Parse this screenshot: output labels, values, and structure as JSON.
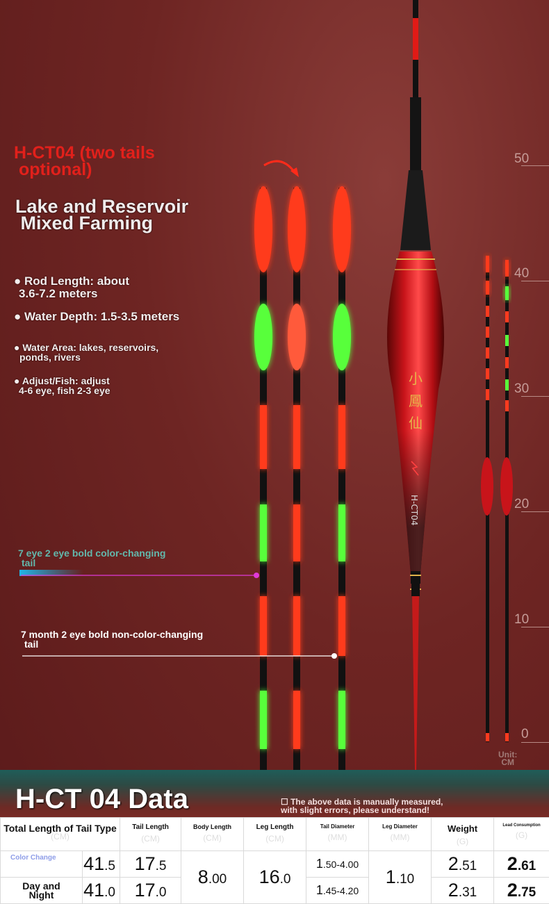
{
  "model_heading_line1": "H-CT04 (two tails",
  "model_heading_line2": " optional)",
  "subtitle_line1": "Lake and Reservoir",
  "subtitle_line2": " Mixed Farming",
  "specs": [
    {
      "line1": "● Rod Length: about",
      "line2": "3.6-7.2 meters"
    },
    {
      "line1": "● Water Depth: 1.5-3.5 meters",
      "line2": ""
    },
    {
      "line1": "● Water Area: lakes, reservoirs,",
      "line2": "ponds, rivers"
    },
    {
      "line1": "● Adjust/Fish: adjust",
      "line2": "4-6 eye, fish 2-3 eye"
    }
  ],
  "callout_color_change": {
    "line1": "7 eye 2 eye bold color-changing",
    "line2": "tail"
  },
  "callout_non_color": {
    "line1": "7 month 2 eye bold non-color-changing",
    "line2": "tail"
  },
  "float_body_text": {
    "chinese": "小鳳仙",
    "model": "H-CT04"
  },
  "ruler": {
    "marks": [
      "50",
      "40",
      "30",
      "20",
      "10",
      "0"
    ],
    "unit_line1": "Unit:",
    "unit_line2": "CM"
  },
  "data_section": {
    "title": "H-CT 04 Data",
    "note_line1": "☐ The above data is manually measured,",
    "note_line2": "with slight errors, please understand!"
  },
  "table": {
    "headers": [
      {
        "label": "Total Length of Tail Type",
        "unit": ""
      },
      {
        "label": "Tail Length",
        "unit": "(CM)"
      },
      {
        "label": "Body Length",
        "unit": "(CM)"
      },
      {
        "label": "Leg Length",
        "unit": "(CM)"
      },
      {
        "label": "Tail Diameter",
        "unit": "(MM)"
      },
      {
        "label": "Leg Diameter",
        "unit": "(MM)"
      },
      {
        "label": "Weight",
        "unit": "(G)"
      },
      {
        "label": "Lead Consumption",
        "unit": "(G)"
      }
    ],
    "header_first_unit": "(CM)",
    "rows": [
      {
        "label": "Color Change",
        "total_int": "41",
        "total_dec": ".5",
        "tail_int": "17",
        "tail_dec": ".5",
        "tail_diameter_a": "1",
        "tail_diameter_b": ".50-4.00",
        "weight_int": "2",
        "weight_dec": ".51",
        "lead_int": "2",
        "lead_dec": ".61"
      },
      {
        "label_line1": "Day and",
        "label_line2": "Night",
        "total_int": "41",
        "total_dec": ".0",
        "tail_int": "17",
        "tail_dec": ".0",
        "tail_diameter_a": "1",
        "tail_diameter_b": ".45-4.20",
        "weight_int": "2",
        "weight_dec": ".31",
        "lead_int": "2",
        "lead_dec": ".75"
      }
    ],
    "shared": {
      "body_int": "8",
      "body_dec": ".00",
      "leg_int": "16",
      "leg_dec": ".0",
      "leg_diameter_int": "1",
      "leg_diameter_dec": ".10"
    }
  },
  "colors": {
    "glow_red": "#ff3a1e",
    "glow_green": "#58ff3a",
    "title_red": "#e2201b",
    "lead_red": "#e11a16",
    "band_teal": "#1f5d59"
  }
}
